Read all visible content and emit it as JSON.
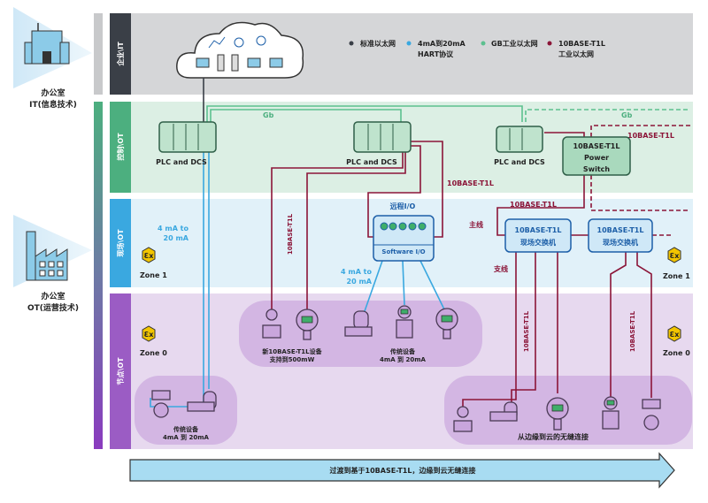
{
  "left_panel": {
    "it_office": {
      "line1": "办公室",
      "line2": "IT(信息技术)",
      "icon": "office-building-icon"
    },
    "ot_office": {
      "line1": "办公室",
      "line2": "OT(运营技术)",
      "icon": "factory-icon"
    }
  },
  "bands": [
    {
      "label": "企业\\IT",
      "color": "#3a3f47",
      "bg": "#d5d6d8"
    },
    {
      "label": "控制\\OT",
      "color": "#4caf7f",
      "bg": "#dcefe4"
    },
    {
      "label": "现场\\OT",
      "color": "#3aa8e0",
      "bg": "#e1f1f9"
    },
    {
      "label": "节点\\OT",
      "color": "#9b5cc4",
      "bg": "#e7d9ef"
    }
  ],
  "legend": [
    {
      "label": "标准以太网",
      "label2": "",
      "color": "#3a3f47"
    },
    {
      "label": "4mA到20mA",
      "label2": "HART协议",
      "color": "#3aa8e0"
    },
    {
      "label": "GB工业以太网",
      "label2": "",
      "color": "#5cc08f"
    },
    {
      "label": "10BASE-T1L",
      "label2": "工业以太网",
      "color": "#8b1538"
    }
  ],
  "colors": {
    "ethernet": "#3a3f47",
    "hart": "#3aa8e0",
    "gb": "#5cc08f",
    "t1l": "#8b1538",
    "text_blue": "#1d5fa8"
  },
  "control": {
    "plc_label": "PLC and DCS",
    "gb_label": "Gb",
    "t1l_label": "10BASE-T1L",
    "power_switch": {
      "line1": "10BASE-T1L",
      "line2": "Power",
      "line3": "Switch"
    }
  },
  "field": {
    "hart_label_1": {
      "line1": "4 mA to",
      "line2": "20 mA"
    },
    "hart_label_2": {
      "line1": "4 mA to",
      "line2": "20 mA"
    },
    "vertical_t1l": "10BASE-T1L",
    "remote_io_title": "远程I/O",
    "software_io": "Software I/O",
    "trunk_label": "主线",
    "spur_label": "支线",
    "t1l_label": "10BASE-T1L",
    "field_switch": {
      "line1": "10BASE-T1L",
      "line2": "现场交换机"
    },
    "zone_left": "Zone 1",
    "zone_right": "Zone 1",
    "ex_symbol": "Ɛx"
  },
  "node": {
    "zone_left": "Zone 0",
    "zone_right": "Zone 0",
    "group_new": {
      "line1": "新10BASE-T1L设备",
      "line2": "支持到500mW"
    },
    "group_legacy_mid": {
      "line1": "传统设备",
      "line2": "4mA 到 20mA"
    },
    "group_legacy_left": {
      "line1": "传统设备",
      "line2": "4mA 到 20mA"
    },
    "group_right": "从边缘到云的无缝连接",
    "vertical_t1l_1": "10BASE-T1L",
    "vertical_t1l_2": "10BASE-T1L"
  },
  "bottom_arrow": "过渡到基于10BASE-T1L，边缘到云无缝连接"
}
